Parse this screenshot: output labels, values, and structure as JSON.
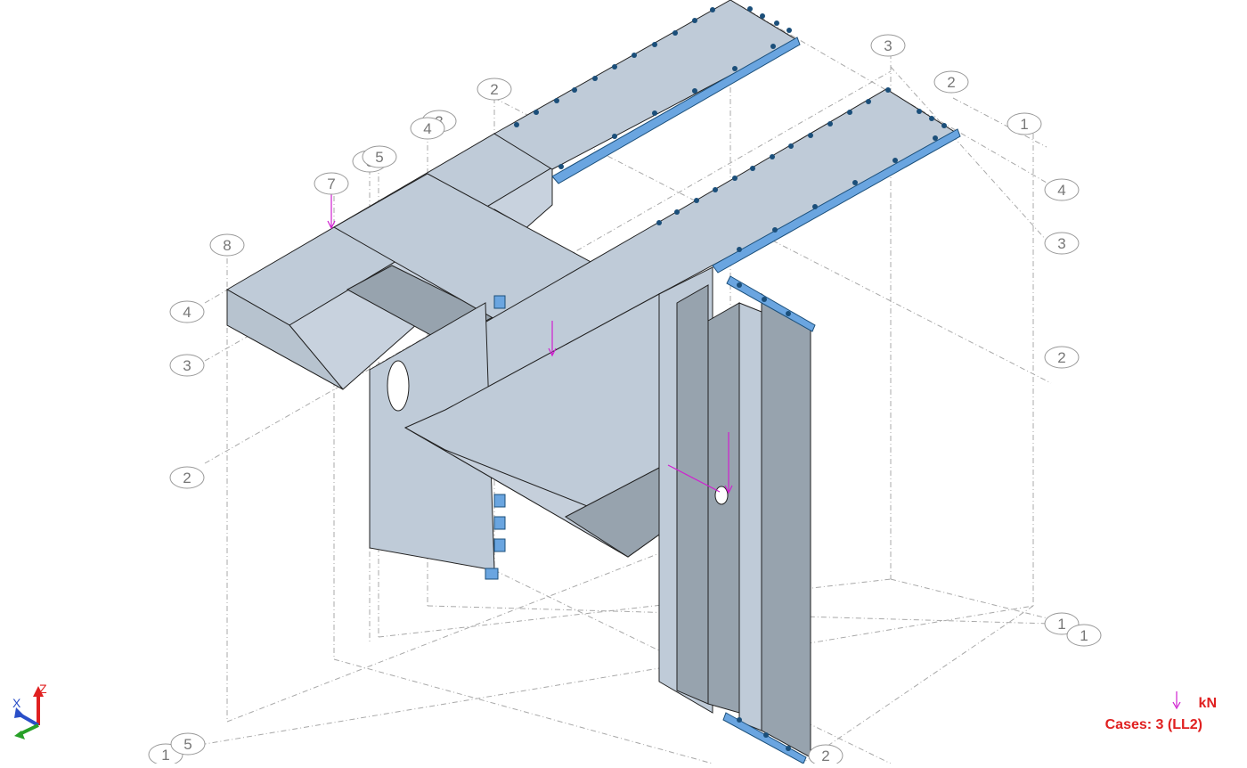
{
  "viewport": {
    "grid_labels": [
      {
        "id": "g1",
        "text": "2"
      },
      {
        "id": "g2",
        "text": "3"
      },
      {
        "id": "g3",
        "text": "4"
      },
      {
        "id": "g4",
        "text": "6"
      },
      {
        "id": "g5",
        "text": "5"
      },
      {
        "id": "g6",
        "text": "7"
      },
      {
        "id": "g7",
        "text": "8"
      },
      {
        "id": "g8",
        "text": "4"
      },
      {
        "id": "g9",
        "text": "3"
      },
      {
        "id": "g10",
        "text": "2"
      },
      {
        "id": "g11",
        "text": "3"
      },
      {
        "id": "g12",
        "text": "2"
      },
      {
        "id": "g13",
        "text": "1"
      },
      {
        "id": "g14",
        "text": "4"
      },
      {
        "id": "g15",
        "text": "3"
      },
      {
        "id": "g16",
        "text": "2"
      },
      {
        "id": "g17",
        "text": "1"
      },
      {
        "id": "g18",
        "text": "1"
      },
      {
        "id": "g19",
        "text": "1"
      },
      {
        "id": "g20",
        "text": "5"
      },
      {
        "id": "g21",
        "text": "2"
      }
    ]
  },
  "legend": {
    "load_arrow_icon": "downward-arrow",
    "unit": "kN",
    "cases": "Cases: 3 (LL2)",
    "color": "#e02020"
  },
  "axes": {
    "x": "X",
    "z": "Z"
  },
  "colors": {
    "panel_light": "#bfcbd8",
    "panel_dark": "#97a3ae",
    "support_blue": "#6aa5e0",
    "node_dark": "#1b4f7a",
    "load_magenta": "#d020d0",
    "gridline": "#9a9a9a"
  }
}
